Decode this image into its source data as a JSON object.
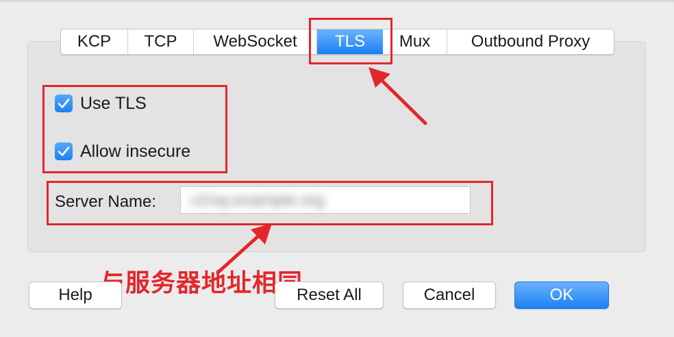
{
  "tabs": [
    {
      "label": "KCP",
      "selected": false
    },
    {
      "label": "TCP",
      "selected": false
    },
    {
      "label": "WebSocket",
      "selected": false
    },
    {
      "label": "TLS",
      "selected": true
    },
    {
      "label": "Mux",
      "selected": false
    },
    {
      "label": "Outbound Proxy",
      "selected": false
    }
  ],
  "tls": {
    "use_tls": {
      "label": "Use TLS",
      "checked": true
    },
    "allow_insecure": {
      "label": "Allow insecure",
      "checked": true
    },
    "server_name": {
      "label": "Server Name:",
      "value": "v2ray.example.org"
    }
  },
  "annotation": {
    "text": "与服务器地址相同",
    "color": "#e3262b"
  },
  "buttons": {
    "help": "Help",
    "reset_all": "Reset All",
    "cancel": "Cancel",
    "ok": "OK"
  },
  "colors": {
    "accent": "#1b80f5",
    "annotation": "#e3262b",
    "background": "#ececec"
  }
}
